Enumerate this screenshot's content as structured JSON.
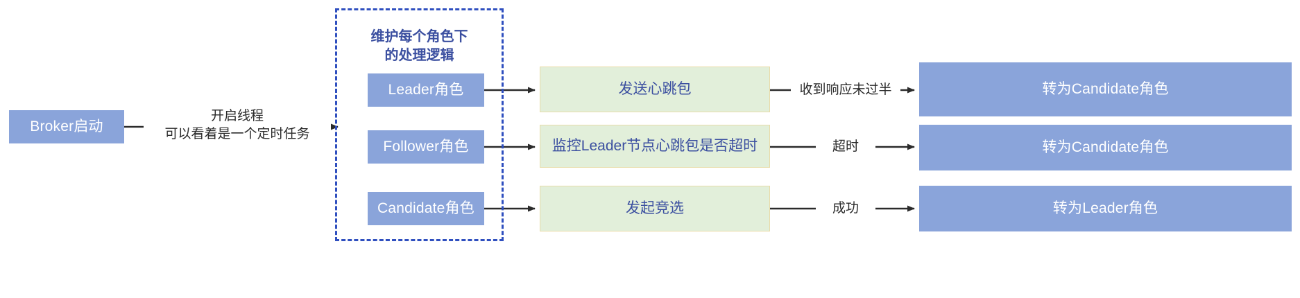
{
  "diagram": {
    "type": "flowchart",
    "title_text": "维护每个角色下\n的处理逻辑",
    "colors": {
      "blue_node_fill": "#8aa4da",
      "blue_node_text": "#ffffff",
      "green_node_fill": "#e2efda",
      "green_node_border": "#e8dca8",
      "green_node_text": "#3b4fa0",
      "group_border": "#2f4fbf",
      "group_title_text": "#3b4fa0",
      "edge_stroke": "#2b2b2b",
      "edge_label_text": "#2b2b2b",
      "background": "#ffffff"
    },
    "group": {
      "label": "维护每个角色下\n的处理逻辑"
    },
    "nodes": {
      "start": {
        "label": "Broker启动",
        "kind": "blue"
      },
      "role_leader": {
        "label": "Leader角色",
        "kind": "blue"
      },
      "role_follower": {
        "label": "Follower角色",
        "kind": "blue"
      },
      "role_candidate": {
        "label": "Candidate角色",
        "kind": "blue"
      },
      "action_heartbeat": {
        "label": "发送心跳包",
        "kind": "green"
      },
      "action_monitor": {
        "label": "监控Leader节点心跳包是否超时",
        "kind": "green"
      },
      "action_election": {
        "label": "发起竞选",
        "kind": "green"
      },
      "result_candidate_1": {
        "label": "转为Candidate角色",
        "kind": "blue"
      },
      "result_candidate_2": {
        "label": "转为Candidate角色",
        "kind": "blue"
      },
      "result_leader": {
        "label": "转为Leader角色",
        "kind": "blue"
      }
    },
    "edge_labels": {
      "start_to_group": "开启线程\n可以看着是一个定时任务",
      "heartbeat_to_candidate": "收到响应未过半",
      "monitor_to_candidate": "超时",
      "election_to_leader": "成功"
    }
  }
}
